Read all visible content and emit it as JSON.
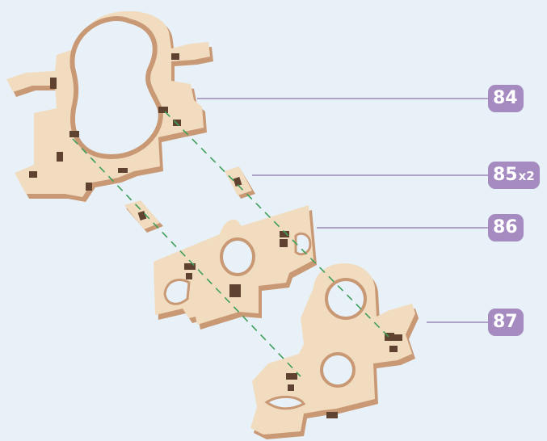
{
  "colors": {
    "background": "#e8f1f8",
    "wood_face": "#f2dcbf",
    "wood_edge": "#c89974",
    "slot": "#5f4330",
    "dashed_guide": "#3f9f5a",
    "leader_line": "#9b88b8",
    "badge": "#a58bc0",
    "badge_text": "#ffffff"
  },
  "parts": [
    {
      "id": "84",
      "label": "84",
      "quantity": ""
    },
    {
      "id": "85",
      "label": "85",
      "quantity": "x2"
    },
    {
      "id": "86",
      "label": "86",
      "quantity": ""
    },
    {
      "id": "87",
      "label": "87",
      "quantity": ""
    }
  ]
}
